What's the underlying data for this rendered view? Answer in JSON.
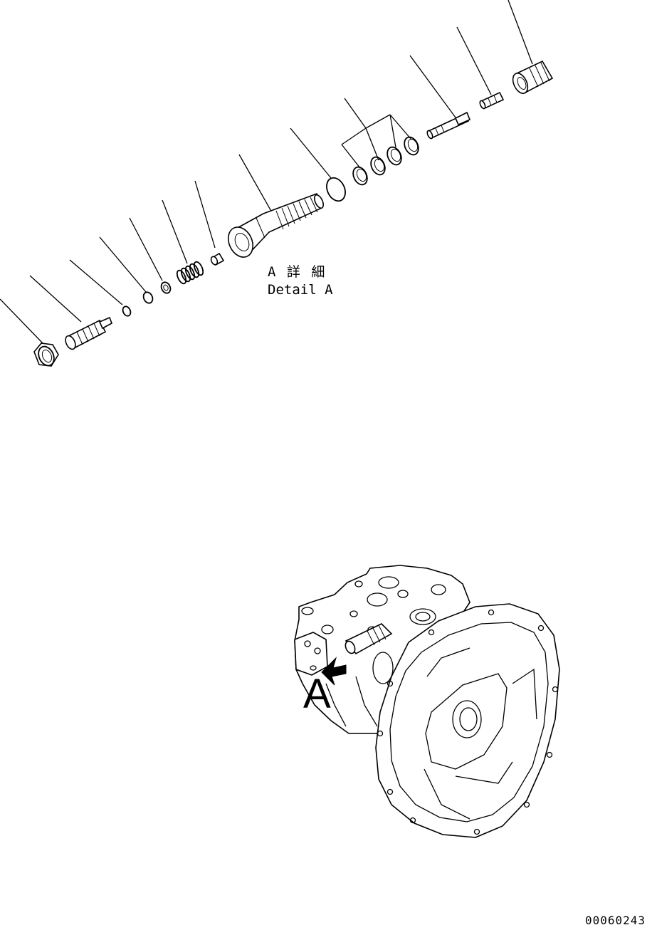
{
  "detail_label": {
    "japanese": "A 詳 細",
    "english": "Detail A"
  },
  "view_marker": "A",
  "drawing_number": "00060243"
}
